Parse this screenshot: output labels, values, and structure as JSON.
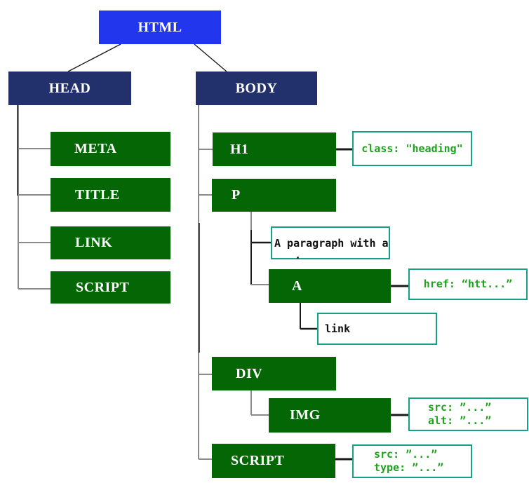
{
  "palette": {
    "root_blue": "#2236ee",
    "branch_navy": "#22306b",
    "node_green": "#056605",
    "annotation_border_teal": "#16a085",
    "annotation_text_green": "#1fa21f",
    "edge_gray": "#8a8a8a",
    "edge_black": "#1a1a1a",
    "node_text_white": "#ffffff",
    "plain_text_black": "#111111"
  },
  "tree": {
    "root": {
      "label": "HTML"
    },
    "head": {
      "label": "HEAD",
      "children": [
        {
          "label": "META"
        },
        {
          "label": "TITLE"
        },
        {
          "label": "LINK"
        },
        {
          "label": "SCRIPT"
        }
      ]
    },
    "body": {
      "label": "BODY",
      "h1": {
        "label": "H1",
        "annotation": "class: \"heading\""
      },
      "p": {
        "label": "P",
        "text_child": "A paragraph with a",
        "text_artifact": ".",
        "a": {
          "label": "A",
          "annotation": "href: “htt...”",
          "text_child": "link"
        }
      },
      "div": {
        "label": "DIV",
        "img": {
          "label": "IMG",
          "annotation_lines": [
            "src: ”...”",
            "alt: ”...”"
          ]
        }
      },
      "script": {
        "label": "SCRIPT",
        "annotation_lines": [
          "src: ”...”",
          "type: ”...”"
        ]
      }
    }
  }
}
